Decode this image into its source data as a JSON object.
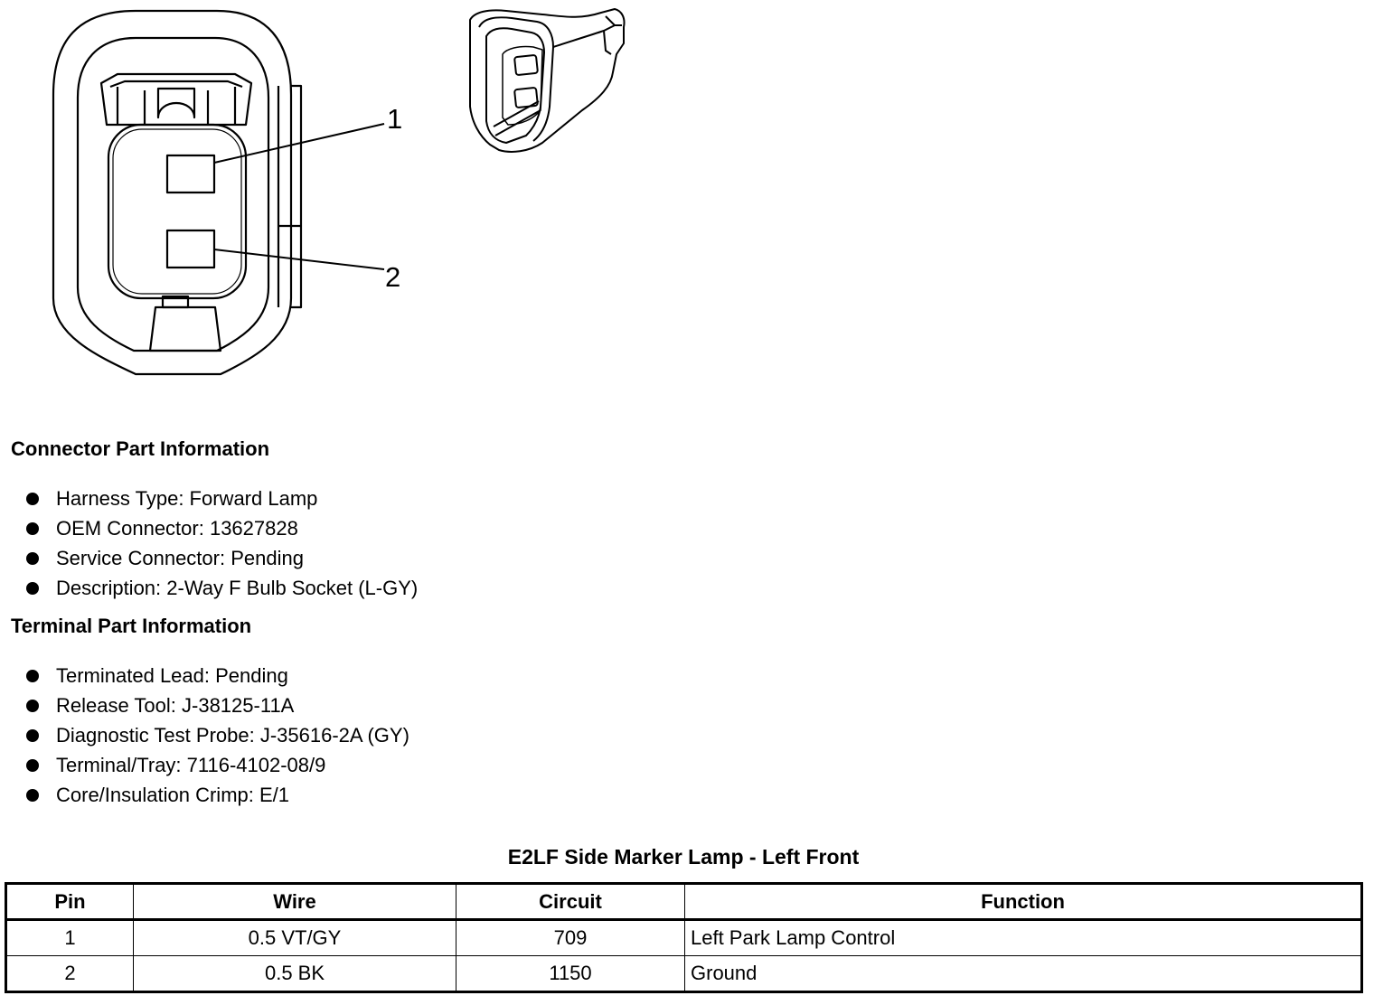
{
  "diagram": {
    "pin_callouts": [
      "1",
      "2"
    ]
  },
  "connector_info": {
    "heading": "Connector Part Information",
    "items": [
      "Harness Type: Forward Lamp",
      "OEM Connector: 13627828",
      "Service Connector: Pending",
      "Description: 2-Way F Bulb Socket (L-GY)"
    ]
  },
  "terminal_info": {
    "heading": "Terminal Part Information",
    "items": [
      "Terminated Lead: Pending",
      "Release Tool: J-38125-11A",
      "Diagnostic Test Probe: J-35616-2A (GY)",
      "Terminal/Tray: 7116-4102-08/9",
      "Core/Insulation Crimp: E/1"
    ]
  },
  "pin_table": {
    "title": "E2LF Side Marker Lamp - Left Front",
    "headers": [
      "Pin",
      "Wire",
      "Circuit",
      "Function"
    ],
    "rows": [
      [
        "1",
        "0.5 VT/GY",
        "709",
        "Left Park Lamp Control"
      ],
      [
        "2",
        "0.5 BK",
        "1150",
        "Ground"
      ]
    ]
  }
}
